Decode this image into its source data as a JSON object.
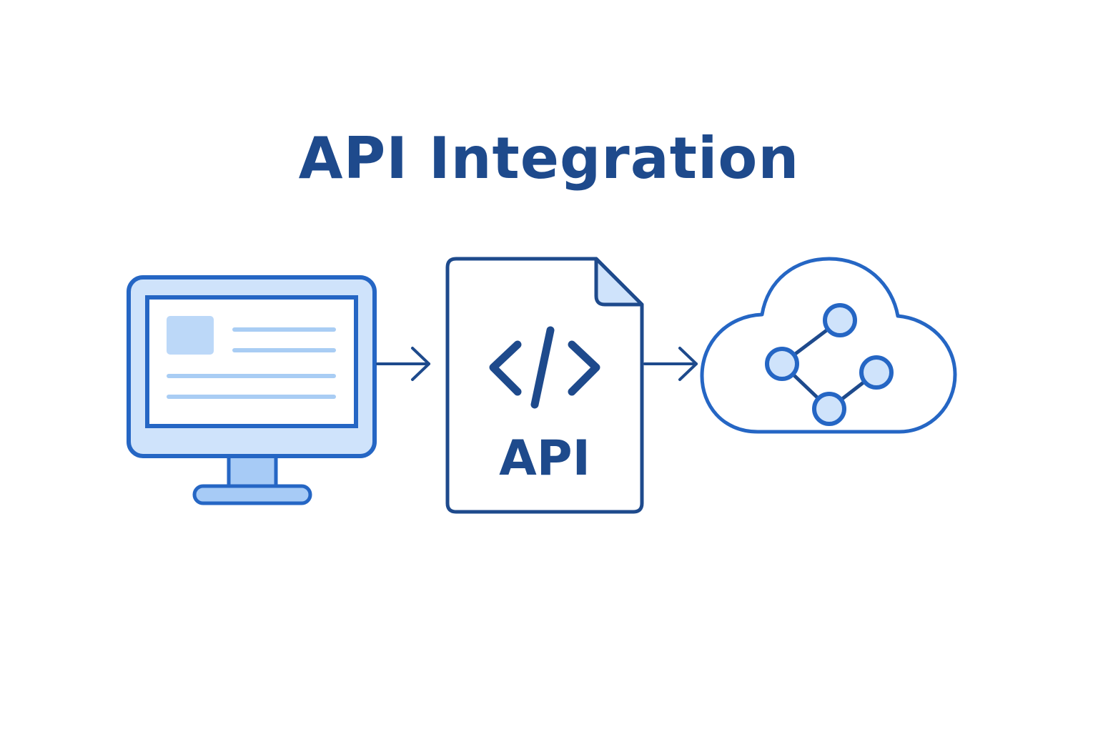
{
  "title": "API Integration",
  "nodes": [
    {
      "id": "client",
      "icon": "monitor-icon"
    },
    {
      "id": "api",
      "icon": "api-document-icon",
      "label": "API",
      "code_symbol": "</>"
    },
    {
      "id": "cloud",
      "icon": "cloud-network-icon"
    }
  ],
  "connections": [
    {
      "from": "client",
      "to": "api"
    },
    {
      "from": "api",
      "to": "cloud"
    }
  ],
  "colors": {
    "title": "#1e4a8c",
    "dark_stroke": "#1e4a8c",
    "accent_stroke": "#2566c4",
    "light_fill": "#cfe3fb",
    "mid_fill": "#a7cbf6",
    "line_fill": "#a9cdf4"
  }
}
